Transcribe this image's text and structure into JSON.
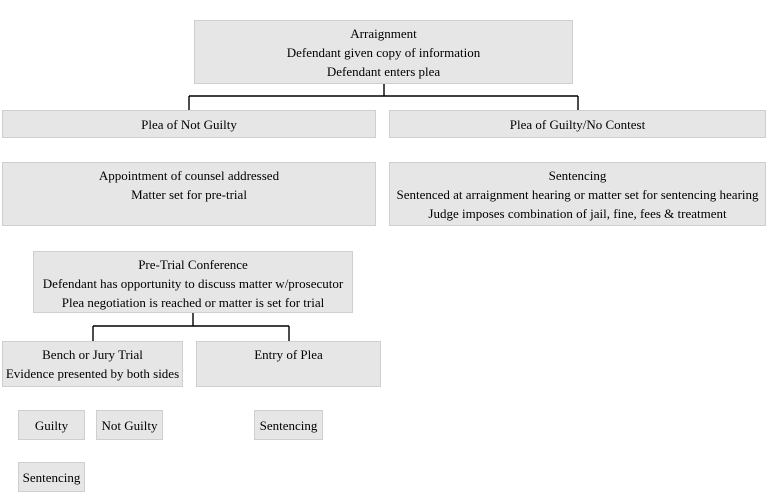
{
  "nodes": {
    "arraignment": {
      "lines": [
        "Arraignment",
        "Defendant given copy of information",
        "Defendant enters plea"
      ]
    },
    "not_guilty_plea": {
      "lines": [
        "Plea of Not Guilty"
      ]
    },
    "guilty_plea": {
      "lines": [
        "Plea of Guilty/No Contest"
      ]
    },
    "counsel": {
      "lines": [
        "Appointment of counsel addressed",
        "Matter set for pre-trial"
      ]
    },
    "sentencing_top": {
      "lines": [
        "Sentencing",
        "Sentenced at arraignment hearing or matter set for sentencing hearing",
        "Judge imposes combination of jail, fine, fees & treatment"
      ]
    },
    "pretrial": {
      "lines": [
        "Pre-Trial Conference",
        "Defendant has opportunity to discuss matter w/prosecutor",
        "Plea negotiation is reached or matter is set for trial"
      ]
    },
    "trial": {
      "lines": [
        "Bench or Jury Trial",
        "Evidence presented by both sides"
      ]
    },
    "entry_of_plea": {
      "lines": [
        "Entry of Plea"
      ]
    },
    "guilty": {
      "lines": [
        "Guilty"
      ]
    },
    "not_guilty": {
      "lines": [
        "Not Guilty"
      ]
    },
    "sentencing_after_plea": {
      "lines": [
        "Sentencing"
      ]
    },
    "sentencing_after_guilty": {
      "lines": [
        "Sentencing"
      ]
    }
  },
  "colors": {
    "box_fill": "#e6e6e6",
    "box_border": "#cfcfcf",
    "connector": "#000000"
  }
}
